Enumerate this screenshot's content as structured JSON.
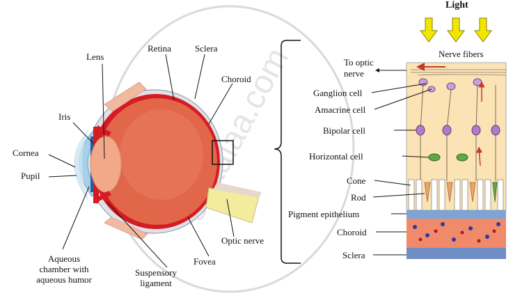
{
  "watermark": "shaalaa.com",
  "eye": {
    "labels": {
      "lens": "Lens",
      "retina": "Retina",
      "sclera": "Sclera",
      "choroid": "Choroid",
      "iris": "Iris",
      "cornea": "Cornea",
      "pupil": "Pupil",
      "optic_nerve": "Optic nerve",
      "fovea": "Fovea",
      "suspensory_ligament": [
        "Suspensory",
        "ligament"
      ],
      "aqueous": [
        "Aqueous",
        "chamber with",
        "aqueous humor"
      ]
    }
  },
  "retina_detail": {
    "light": "Light",
    "nerve_fibers": "Nerve fibers",
    "labels": {
      "to_optic_nerve": [
        "To optic",
        "nerve"
      ],
      "ganglion_cell": "Ganglion cell",
      "amacrine_cell": "Amacrine cell",
      "bipolar_cell": "Bipolar cell",
      "horizontal_cell": "Horizontal cell",
      "cone": "Cone",
      "rod": "Rod",
      "pigment_epithelium": "Pigment epithelium",
      "choroid": "Choroid",
      "sclera": "Sclera"
    }
  },
  "colors": {
    "eye_body": "#e2664a",
    "retina_red": "#d61b22",
    "sclera": "#d9dde3",
    "cornea": "#a9d0ea",
    "lens": "#f2a98a",
    "optic_nerve": "#f3ec9d",
    "retina_bg": "#fbe3b5",
    "arrow_yellow": "#f2e600",
    "choroid_layer": "#f08a6a",
    "sclera_layer": "#6f8fc4",
    "pigment_layer": "#7ea3d6"
  }
}
